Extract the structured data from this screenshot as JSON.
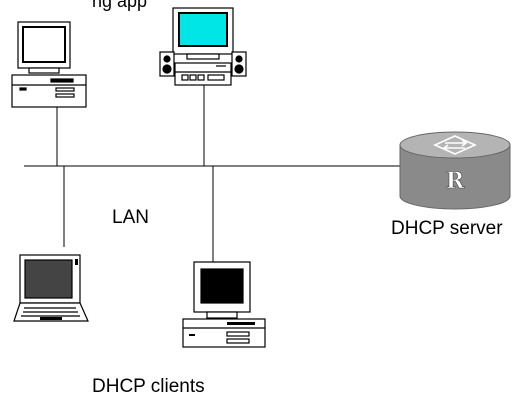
{
  "labels": {
    "top_partial": "ng app",
    "lan": "LAN",
    "dhcp_server": "DHCP server",
    "dhcp_clients": "DHCP clients"
  },
  "router_badge": "R",
  "colors": {
    "line": "#000000",
    "screen_cyan": "#00e5e5",
    "router_body": "#8a8a8a",
    "router_top": "#b4b4b4"
  },
  "icons": {
    "top_left": "desktop-computer-icon",
    "top_right": "multimedia-desktop-icon",
    "router": "router-icon",
    "laptop": "laptop-icon",
    "bottom_pc": "desktop-computer-icon"
  }
}
